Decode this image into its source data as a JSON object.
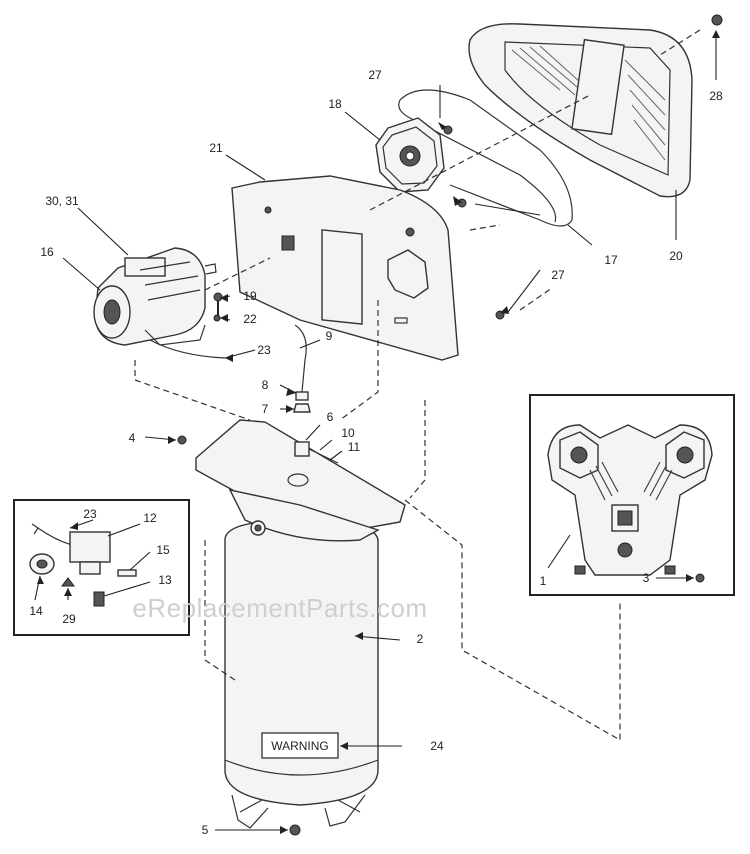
{
  "callouts": {
    "c1": "1",
    "c2": "2",
    "c3": "3",
    "c4": "4",
    "c5": "5",
    "c6": "6",
    "c7": "7",
    "c8": "8",
    "c9": "9",
    "c10": "10",
    "c11": "11",
    "c12": "12",
    "c13": "13",
    "c14": "14",
    "c15": "15",
    "c16": "16",
    "c17": "17",
    "c18": "18",
    "c19": "19",
    "c20": "20",
    "c21": "21",
    "c22": "22",
    "c23a": "23",
    "c23b": "23",
    "c24": "24",
    "c27a": "27",
    "c27b": "27",
    "c28": "28",
    "c29": "29",
    "c3031": "30, 31"
  },
  "tank_label": "WARNING",
  "watermark": "eReplacementParts.com"
}
